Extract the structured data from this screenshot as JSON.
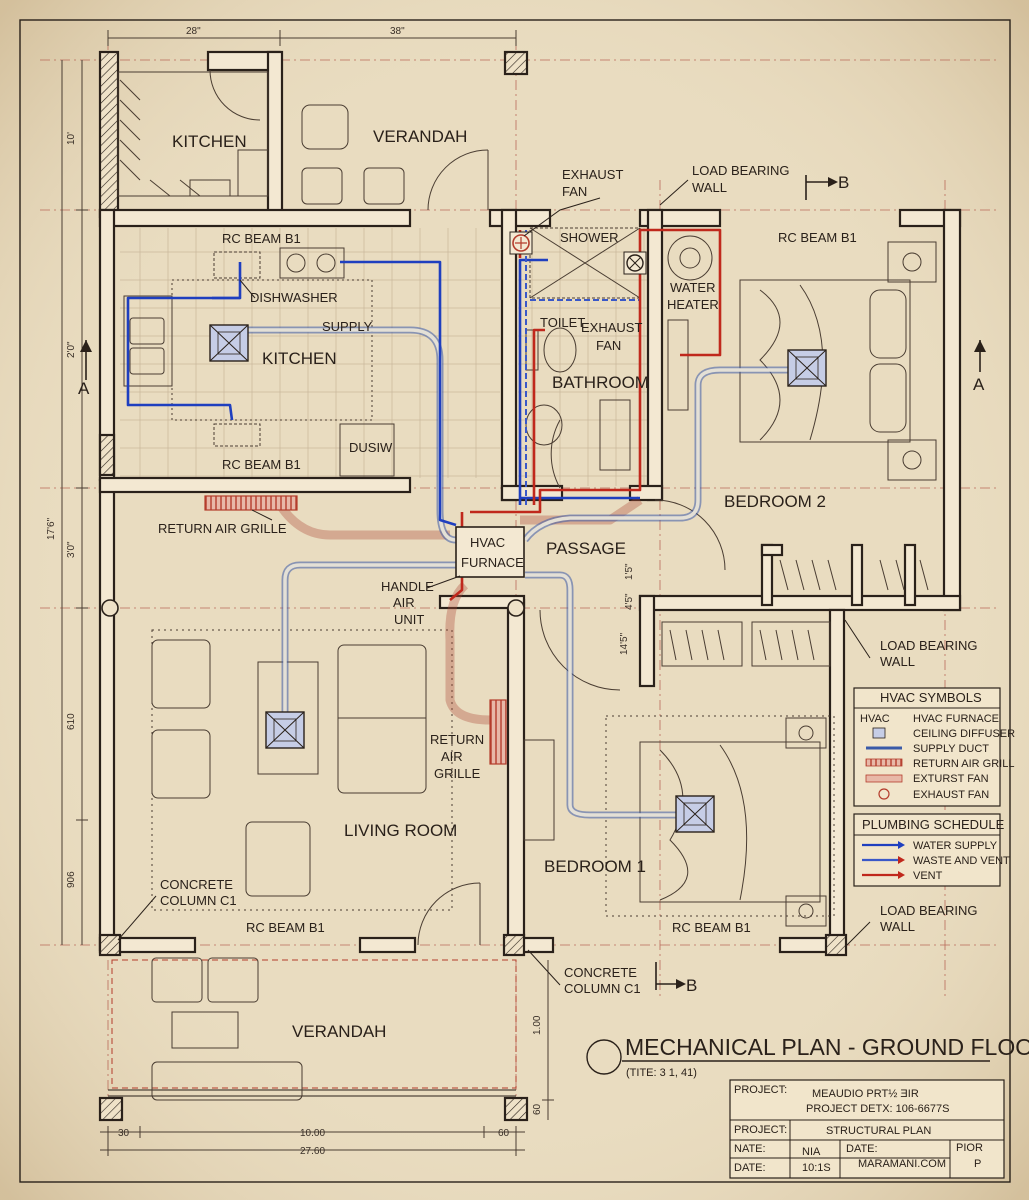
{
  "drawing": {
    "title": "MECHANICAL PLAN - GROUND FLOOR",
    "scale_note": "(TITE: 3 1, 41)"
  },
  "dimensions": {
    "top_a": "28\"",
    "top_b": "38\"",
    "left_1": "10'",
    "left_2": "2'0\"",
    "left_3": "3'0\"",
    "left_overall": "17'6\"",
    "left_4": "610",
    "left_5": "906",
    "right_1": "1.00",
    "right_2": "60",
    "bottom_a": "30",
    "bottom_b": "10.00",
    "bottom_c": "60",
    "bottom_overall": "27.60",
    "passage_1": "1'5\"",
    "passage_2": "4'5\"",
    "closet": "14'5\""
  },
  "rooms": {
    "kitchen_upper": "KITCHEN",
    "verandah_top": "VERANDAH",
    "kitchen": "KITCHEN",
    "bathroom": "BATHROOM",
    "bedroom2": "BEDROOM 2",
    "passage": "PASSAGE",
    "living": "LIVING ROOM",
    "bedroom1": "BEDROOM 1",
    "verandah_bottom": "VERANDAH"
  },
  "labels": {
    "rc_beam_kitchen_top": "RC BEAM B1",
    "rc_beam_kitchen_bottom": "RC BEAM B1",
    "rc_beam_bedroom2": "RC BEAM B1",
    "rc_beam_living": "RC BEAM B1",
    "rc_beam_bedroom1": "RC BEAM B1",
    "dishwasher": "DISHWASHER",
    "supply": "SUPPLY",
    "dusiw": "DUSIW",
    "shower": "SHOWER",
    "toilet": "TOILET",
    "exhaust_fan_bath_1": "EXHAUST",
    "exhaust_fan_bath_2": "FAN",
    "exhaust_fan_top_1": "EXHAUST",
    "exhaust_fan_top_2": "FAN",
    "water_heater_1": "WATER",
    "water_heater_2": "HEATER",
    "load_bearing_top_1": "LOAD BEARING",
    "load_bearing_top_2": "WALL",
    "load_bearing_mid_1": "LOAD BEARING",
    "load_bearing_mid_2": "WALL",
    "load_bearing_bot_1": "LOAD BEARING",
    "load_bearing_bot_2": "WALL",
    "return_air_grille_top": "RETURN AIR GRILLE",
    "hvac_furnace_1": "HVAC",
    "hvac_furnace_2": "FURNACE",
    "handle_air_unit_1": "HANDLE",
    "handle_air_unit_2": "AIR",
    "handle_air_unit_3": "UNIT",
    "return_air_grille_mid_1": "RETURN",
    "return_air_grille_mid_2": "AIR",
    "return_air_grille_mid_3": "GRILLE",
    "concrete_column_left_1": "CONCRETE",
    "concrete_column_left_2": "COLUMN C1",
    "concrete_column_bot_1": "CONCRETE",
    "concrete_column_bot_2": "COLUMN C1",
    "section_a_left": "A",
    "section_a_right": "A",
    "section_b_top": "B",
    "section_b_bottom": "B"
  },
  "legend_hvac": {
    "title": "HVAC SYMBOLS",
    "items": [
      {
        "symbol": "HVAC",
        "label": "HVAC FURNACE"
      },
      {
        "symbol": "diffuser-icon",
        "label": "CEILING DIFFUSER"
      },
      {
        "symbol": "supply-duct-icon",
        "label": "SUPPLY DUCT"
      },
      {
        "symbol": "return-grill-icon",
        "label": "RETURN AIR GRILL"
      },
      {
        "symbol": "exturst-fan-icon",
        "label": "EXTURST FAN"
      },
      {
        "symbol": "exhaust-fan-icon",
        "label": "EXHAUST FAN"
      }
    ]
  },
  "legend_plumbing": {
    "title": "PLUMBING SCHEDULE",
    "items": [
      {
        "label": "WATER SUPPLY",
        "color": "#1f3fbf"
      },
      {
        "label": "WASTE AND VENT",
        "color": "#3a58c8"
      },
      {
        "label": "VENT",
        "color": "#c0281c"
      }
    ]
  },
  "title_block": {
    "project_label": "PROJECT:",
    "project_name": "MEAUDIO PRT½ ƎIR",
    "project_detail": "PROJECT DETX: 106-6677S",
    "project2_label": "PROJECT:",
    "project2_value": "STRUCTURAL PLAN",
    "nate_label": "NATE:",
    "nate_value": "NIA",
    "date_label": "DATE:",
    "date_value_right": "MARAMANI.COM",
    "date2_label": "DATE:",
    "date2_value": "10:1S",
    "pior_label": "PIOR",
    "pior_value": "P"
  },
  "colors": {
    "paper": "#e9dcc0",
    "ink": "#2a211a",
    "supply_duct": "#3a5aa8",
    "water_supply": "#1f3fbf",
    "vent": "#c0281c",
    "return_air": "#b04a3a"
  }
}
